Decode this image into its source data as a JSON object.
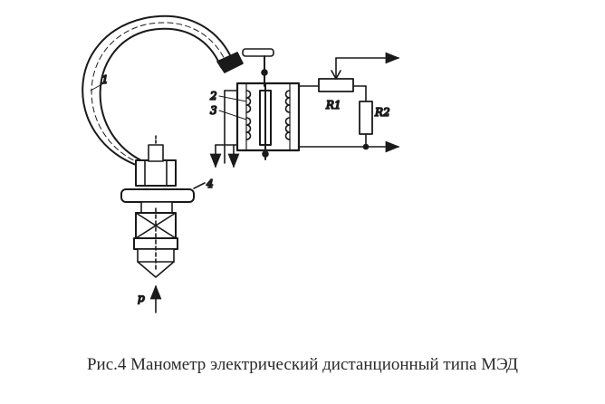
{
  "diagram": {
    "labels": {
      "tube": "1",
      "coil_upper": "2",
      "coil_lower": "3",
      "fitting": "4",
      "pressure": "p",
      "resistor_1": "R1",
      "resistor_2": "R2"
    }
  },
  "caption": {
    "text": "Рис.4 Манометр электрический дистанционный типа МЭД"
  },
  "colors": {
    "ink": "#1a1a1a",
    "background": "#ffffff"
  }
}
